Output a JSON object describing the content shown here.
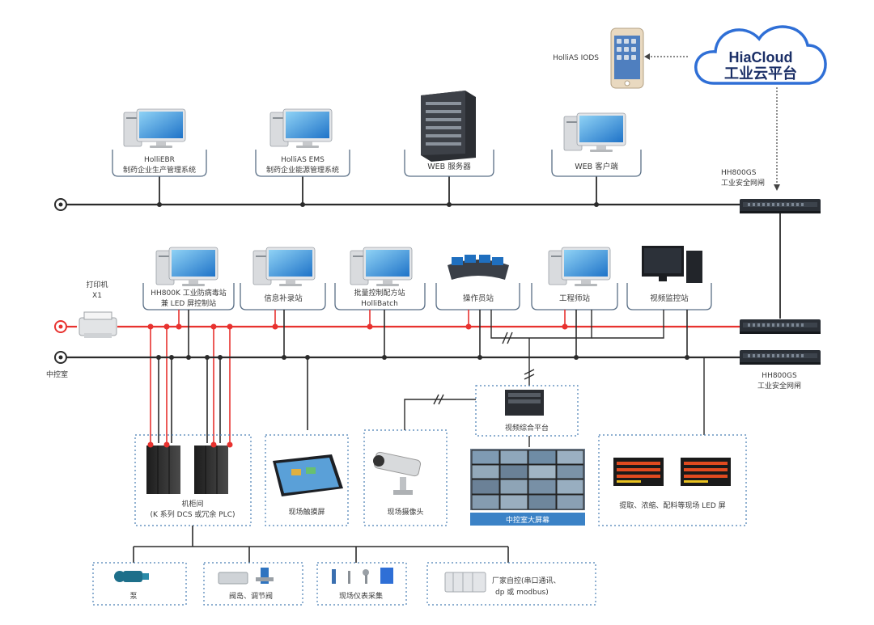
{
  "cloud": {
    "line1": "HiaCloud",
    "line2": "工业云平台"
  },
  "iods_label": "HolliAS IODS",
  "top_row": {
    "ebr": {
      "line1": "HolliEBR",
      "line2": "制药企业生产管理系统"
    },
    "ems": {
      "line1": "HolliAS EMS",
      "line2": "制药企业能源管理系统"
    },
    "web_server": "WEB 服务器",
    "web_client": "WEB 客户端"
  },
  "gateway_top": {
    "line1": "HH800GS",
    "line2": "工业安全网闸"
  },
  "gateway_bottom": {
    "line1": "HH800GS",
    "line2": "工业安全网闸"
  },
  "stations": {
    "hh800k": {
      "line1": "HH800K 工业防病毒站",
      "line2": "兼 LED 屏控制站"
    },
    "info": "信息补录站",
    "batch": {
      "line1": "批量控制配方站",
      "line2": "HolliBatch"
    },
    "operator": "操作员站",
    "engineer": "工程师站",
    "video": "视频监控站"
  },
  "printer": {
    "line1": "打印机",
    "line2": "X1"
  },
  "control_room": "中控室",
  "video_platform": "视频综合平台",
  "big_screen": "中控室大屏幕",
  "cabinet": {
    "line1": "机柜间",
    "line2": "(K 系列 DCS 或冗余 PLC)"
  },
  "touch_screen": "现场触摸屏",
  "camera": "现场摄像头",
  "led_screen": "提取、浓缩、配料等现场 LED 屏",
  "field": {
    "pump": "泵",
    "valve": "阀岛、调节阀",
    "instrument": "现场仪表采集",
    "vendor": {
      "line1": "厂家自控(串口通讯、",
      "line2": "dp 或 modbus)"
    }
  },
  "colors": {
    "red_bus": "#e8322f",
    "dark_bus": "#2b2b2b",
    "box_border": "#5a6f86",
    "cloud_border": "#2f6fd6",
    "bar_blue": "#3b82c6"
  }
}
